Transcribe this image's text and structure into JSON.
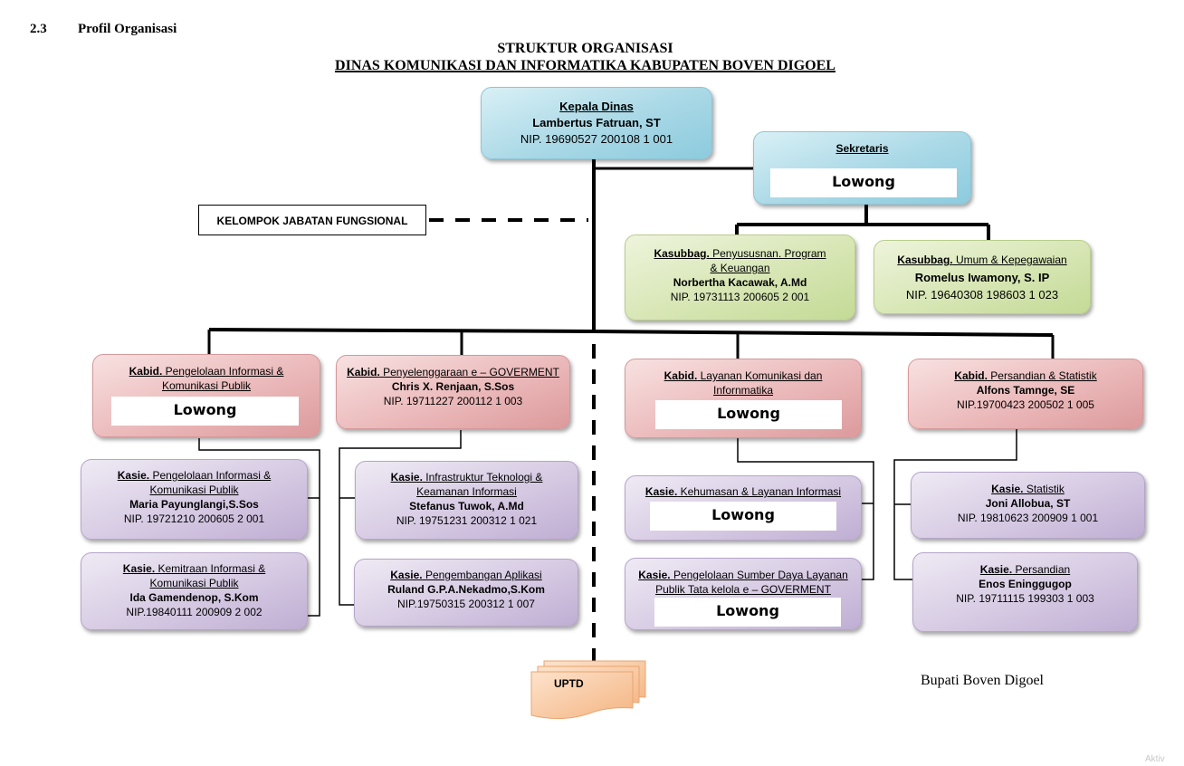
{
  "section": {
    "number": "2.3",
    "title": "Profil Organisasi"
  },
  "header": {
    "title": "STRUKTUR ORGANISASI",
    "subtitle": "DINAS KOMUNIKASI DAN INFORMATIKA KABUPATEN BOVEN DIGOEL"
  },
  "colors": {
    "head": "#a9d8e6",
    "kasubbag": "#d7e6b4",
    "kabid": "#ebb9ba",
    "kasie": "#d6cae3",
    "uptd": "#f7c49a"
  },
  "vacant_label": "Lowong",
  "kepala": {
    "role": "Kepala Dinas",
    "name": "Lambertus Fatruan, ST",
    "nip": "NIP. 19690527 200108 1 001"
  },
  "sekretaris": {
    "role": "Sekretaris",
    "status": "Lowong"
  },
  "fungsional": {
    "label": "KELOMPOK JABATAN FUNGSIONAL"
  },
  "kasubbag": [
    {
      "prefix": "Kasubbag.",
      "role_line1": " Penyususnan. Program",
      "role_line2": " & Keuangan",
      "name": "Norbertha Kacawak, A.Md",
      "nip": "NIP. 19731113 200605 2 001"
    },
    {
      "prefix": "Kasubbag.",
      "role_line1": " Umum & Kepegawaian",
      "name": "Romelus Iwamony, S. IP",
      "nip": "NIP. 19640308 198603 1 023"
    }
  ],
  "kabid": [
    {
      "prefix": "Kabid.",
      "role_line1": " Pengelolaan Informasi &",
      "role_line2": "Komunikasi Publik",
      "status": "Lowong"
    },
    {
      "prefix": "Kabid.",
      "role_line1": " Penyelenggaraan e – GOVERMENT",
      "name": "Chris X. Renjaan, S.Sos",
      "nip": "NIP. 19711227 200112 1 003"
    },
    {
      "prefix": "Kabid.",
      "role_line1": " Layanan Komunikasi dan",
      "role_line2": "Infornmatika",
      "status": "Lowong"
    },
    {
      "prefix": "Kabid.",
      "role_line1": " Persandian & Statistik",
      "name": "Alfons Tamnge, SE",
      "nip": "NIP.19700423 200502 1 005"
    }
  ],
  "kasie": [
    {
      "prefix": "Kasie.",
      "role_line1": " Pengelolaan Informasi &",
      "role_line2": "Komunikasi Publik",
      "name": "Maria Payunglangi,S.Sos",
      "nip": "NIP. 19721210 200605 2 001"
    },
    {
      "prefix": "Kasie.",
      "role_line1": " Kemitraan Informasi &",
      "role_line2": "Komunikasi Publik",
      "name": "Ida Gamendenop, S.Kom",
      "nip": "NIP.19840111 200909 2 002"
    },
    {
      "prefix": "Kasie.",
      "role_line1": " Infrastruktur  Teknologi &",
      "role_line2": "Keamanan Informasi",
      "name": "Stefanus Tuwok, A.Md",
      "nip": "NIP. 19751231 200312 1 021"
    },
    {
      "prefix": "Kasie.",
      "role_line1": " Pengembangan Aplikasi",
      "name": "Ruland G.P.A.Nekadmo,S.Kom",
      "nip": "NIP.19750315 200312 1 007"
    },
    {
      "prefix": "Kasie.",
      "role_line1": " Kehumasan & Layanan Informasi",
      "status": "Lowong"
    },
    {
      "prefix": "Kasie.",
      "role_line1": " Pengelolaan Sumber Daya Layanan",
      "role_line2": "Publik Tata kelola e – GOVERMENT",
      "status": "Lowong"
    },
    {
      "prefix": "Kasie.",
      "role_line1": " Statistik",
      "name": "Joni Allobua, ST",
      "nip": "NIP. 19810623  200909 1 001"
    },
    {
      "prefix": "Kasie.",
      "role_line1": " Persandian",
      "name": "Enos Eninggugop",
      "nip": "NIP. 19711115 199303 1 003"
    }
  ],
  "uptd": {
    "label": "UPTD"
  },
  "signature": {
    "label": "Bupati Boven Digoel"
  },
  "watermark": "Aktiv"
}
